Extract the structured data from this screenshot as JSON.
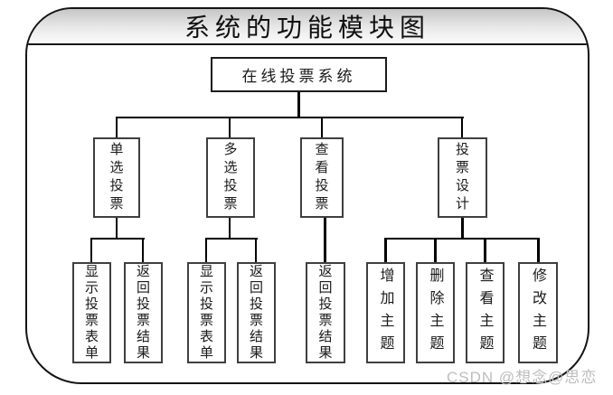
{
  "title": "系统的功能模块图",
  "root": {
    "label": "在线投票系统"
  },
  "modules": [
    {
      "label": "单选投票",
      "children": [
        "显示投票表单",
        "返回投票结果"
      ]
    },
    {
      "label": "多选投票",
      "children": [
        "显示投票表单",
        "返回投票结果"
      ]
    },
    {
      "label": "查看投票",
      "children": [
        "返回投票结果"
      ]
    },
    {
      "label": "投票设计",
      "children": [
        "增加主题",
        "删除主题",
        "查看主题",
        "修改主题"
      ]
    }
  ],
  "watermark": "CSDN @想念@思恋",
  "colors": {
    "line": "#000000",
    "box_border": "#3f3f3f",
    "frame_border": "#141414",
    "header_gradient_top": "#c6c6c6",
    "header_gradient_bottom": "#fbfbfb",
    "watermark": "#bdbdbd"
  }
}
